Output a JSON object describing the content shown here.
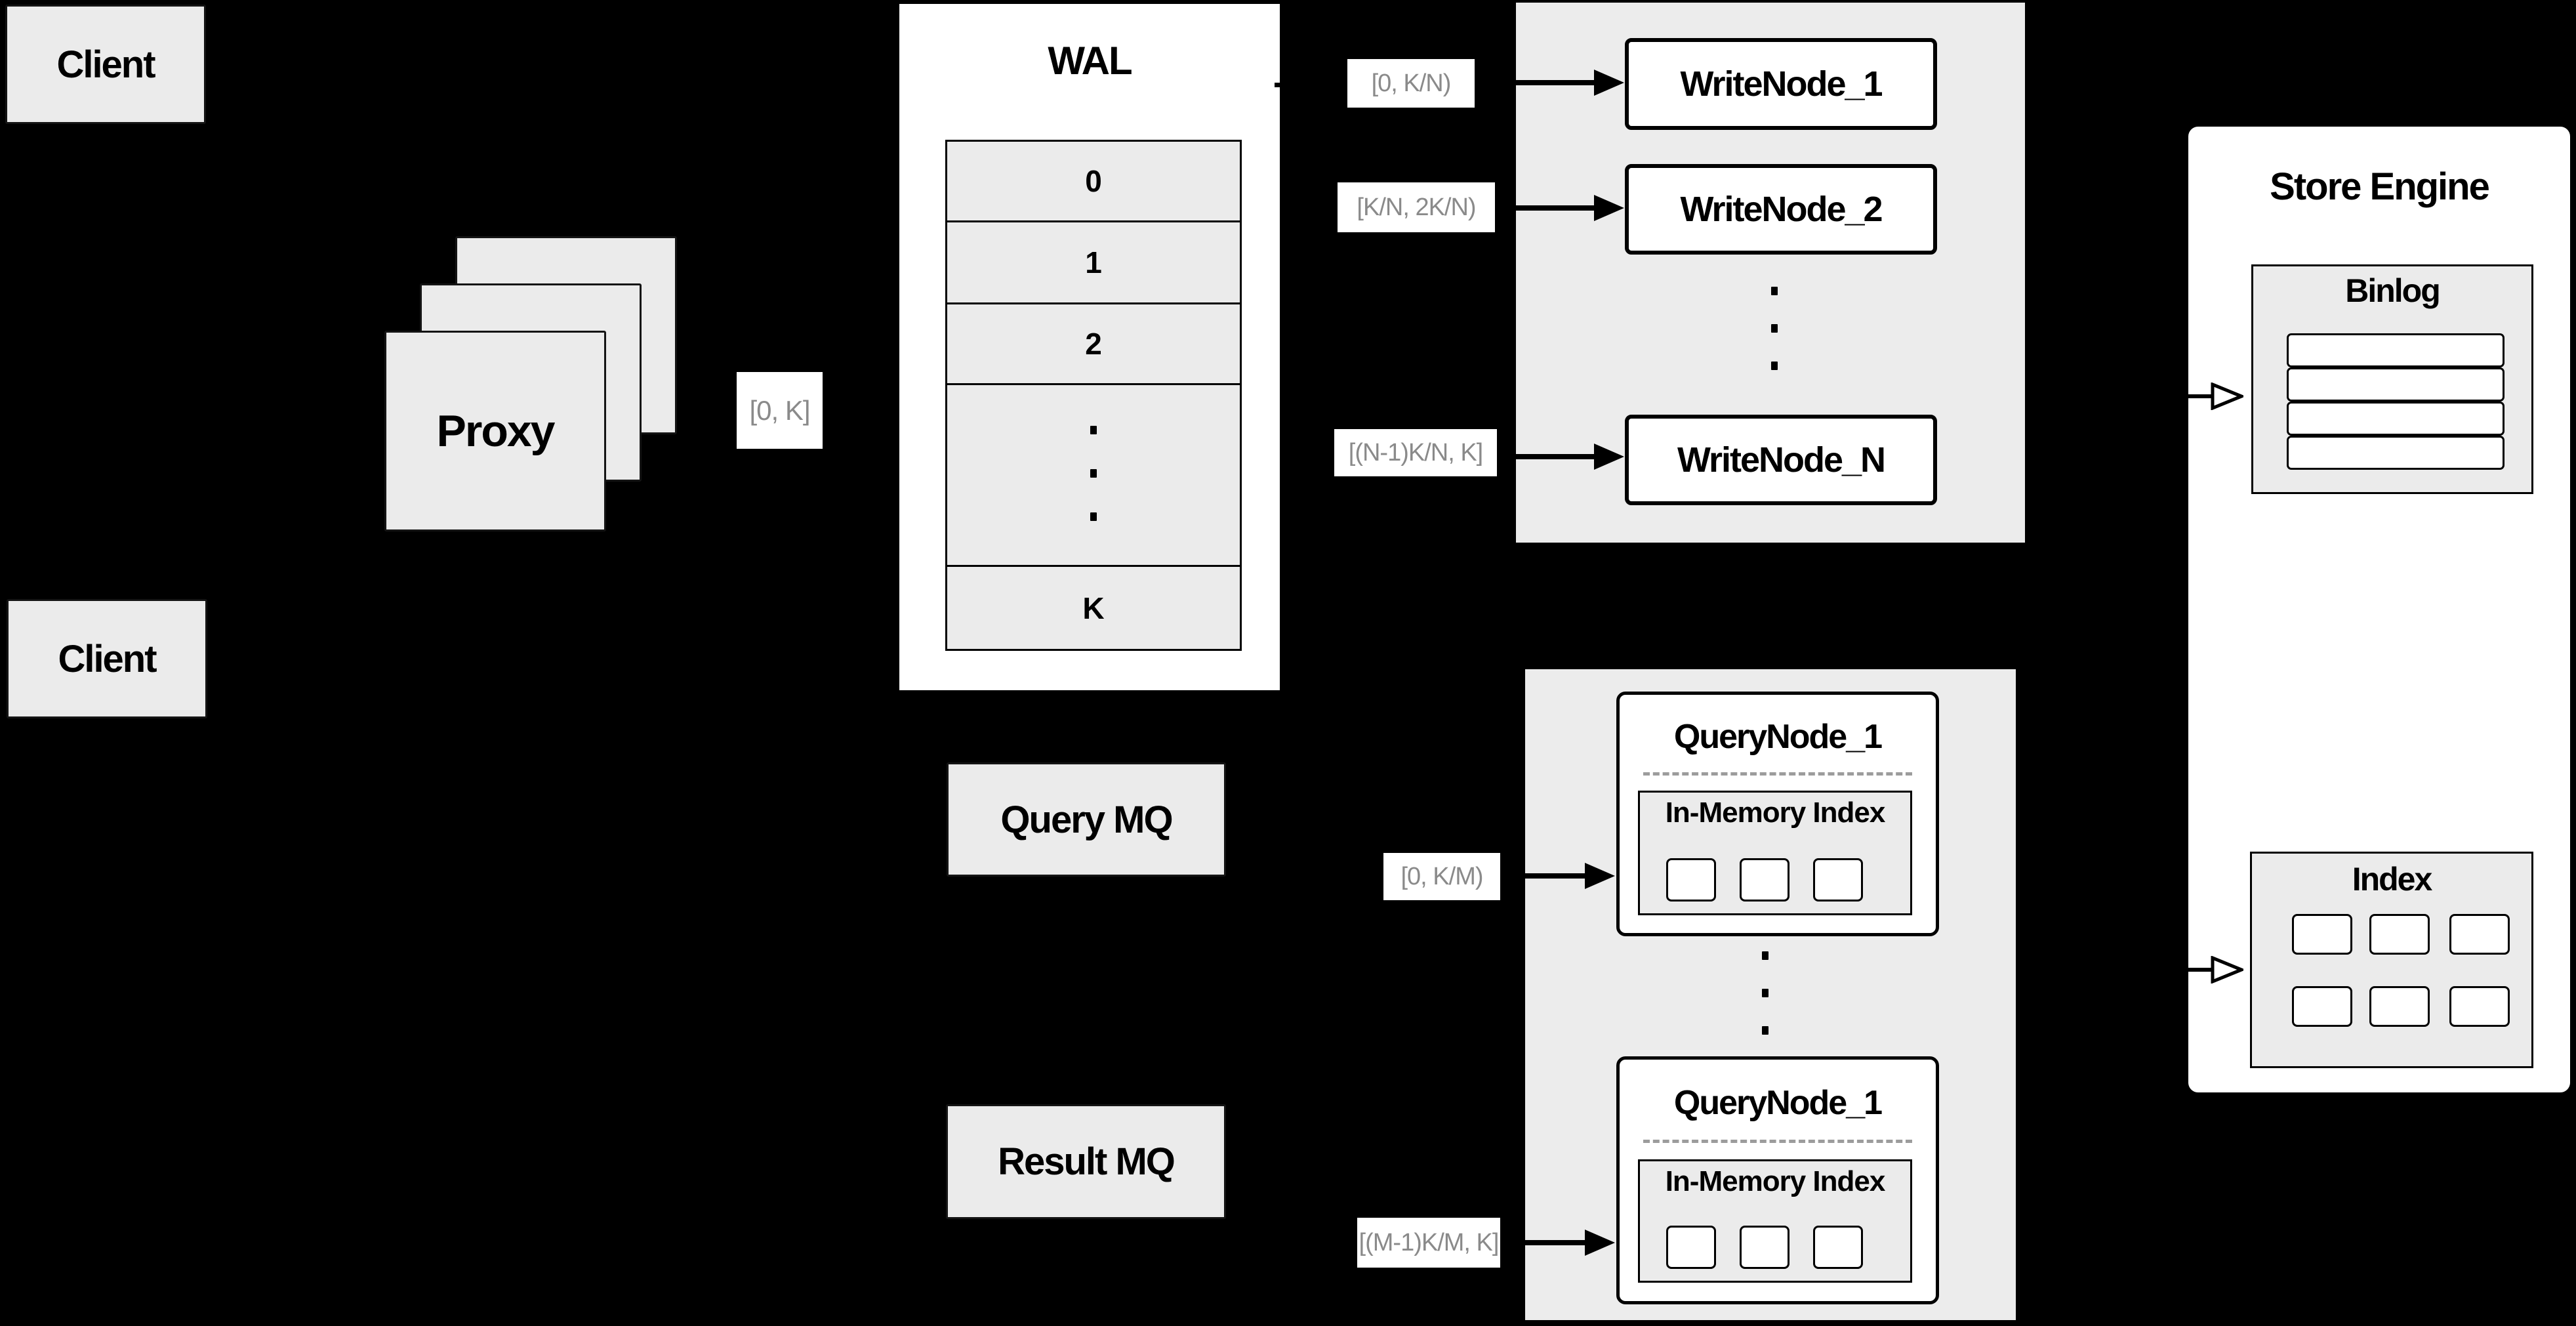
{
  "palette": {
    "background": "#000000",
    "box_gray": "#ebebeb",
    "panel_gray": "#ececec",
    "white": "#ffffff",
    "line": "#000000",
    "muted_label_text": "#8a8a8a"
  },
  "clients": {
    "top": "Client",
    "bottom": "Client"
  },
  "proxy": {
    "label": "Proxy",
    "range": "[0, K]",
    "stack_count": 3
  },
  "wal": {
    "title": "WAL",
    "row0": "0",
    "row1": "1",
    "row2": "2",
    "rowK": "K",
    "ellipsis": "⋮"
  },
  "write_cluster": {
    "ellipsis": "⋮",
    "node1": {
      "range": "[0,  K/N)",
      "label": "WriteNode_1"
    },
    "node2": {
      "range": "[K/N, 2K/N)",
      "label": "WriteNode_2"
    },
    "nodeN": {
      "range": "[(N-1)K/N,  K]",
      "label": "WriteNode_N"
    }
  },
  "store_engine": {
    "title": "Store Engine",
    "binlog": {
      "title": "Binlog",
      "row_count": 4
    },
    "index": {
      "title": "Index",
      "cell_count": 6
    }
  },
  "mq": {
    "query": "Query MQ",
    "result": "Result MQ"
  },
  "query_cluster": {
    "ellipsis": "⋮",
    "node_top": {
      "range": "[0, K/M)",
      "label": "QueryNode_1",
      "panel_title": "In-Memory Index",
      "cell_count": 3
    },
    "node_bottom": {
      "range": "[(M-1)K/M, K]",
      "label": "QueryNode_1",
      "panel_title": "In-Memory Index",
      "cell_count": 3
    }
  }
}
